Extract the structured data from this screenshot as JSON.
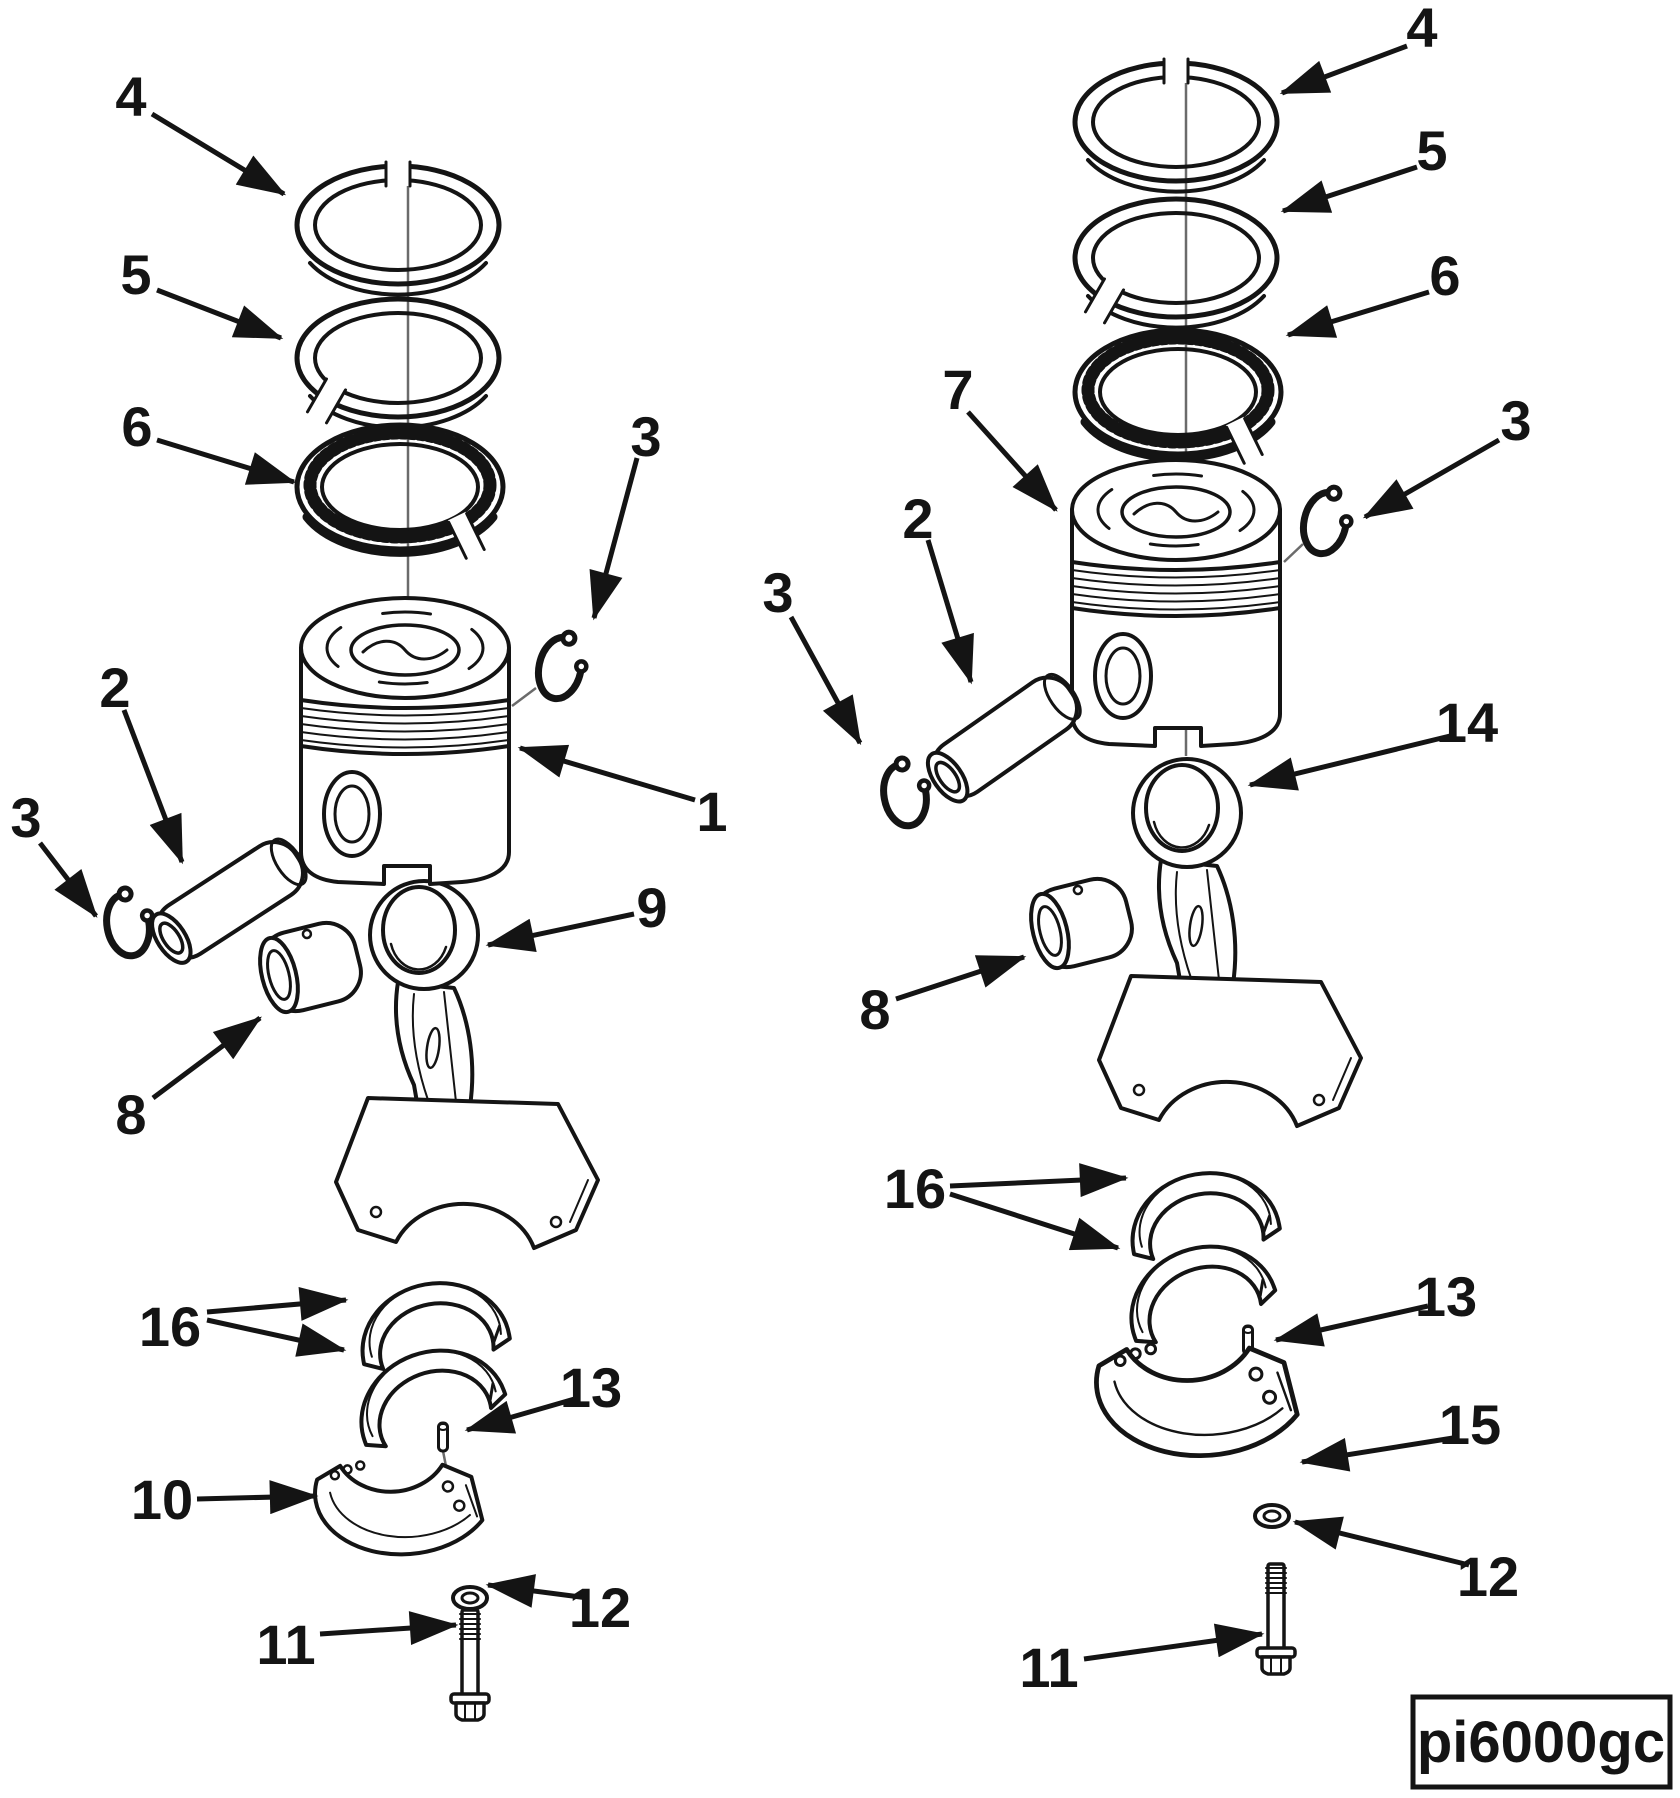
{
  "figure": {
    "code": "pi6000gc"
  },
  "colors": {
    "ink": "#141414",
    "paper": "#ffffff"
  },
  "callouts": {
    "left": {
      "top_ring": "4",
      "second_ring": "5",
      "oil_ring": "6",
      "retainer_right": "3",
      "pin": "2",
      "retainer_left": "3",
      "piston": "1",
      "rod": "9",
      "bushing": "8",
      "shells": "16",
      "dowel": "13",
      "cap": "10",
      "washer": "12",
      "bolt": "11"
    },
    "right": {
      "top_ring": "4",
      "second_ring": "5",
      "oil_ring": "6",
      "piston": "7",
      "retainer_right": "3",
      "pin": "2",
      "retainer_left": "3",
      "rod": "14",
      "bushing": "8",
      "shells": "16",
      "dowel": "13",
      "cap": "15",
      "washer": "12",
      "bolt": "11"
    }
  }
}
